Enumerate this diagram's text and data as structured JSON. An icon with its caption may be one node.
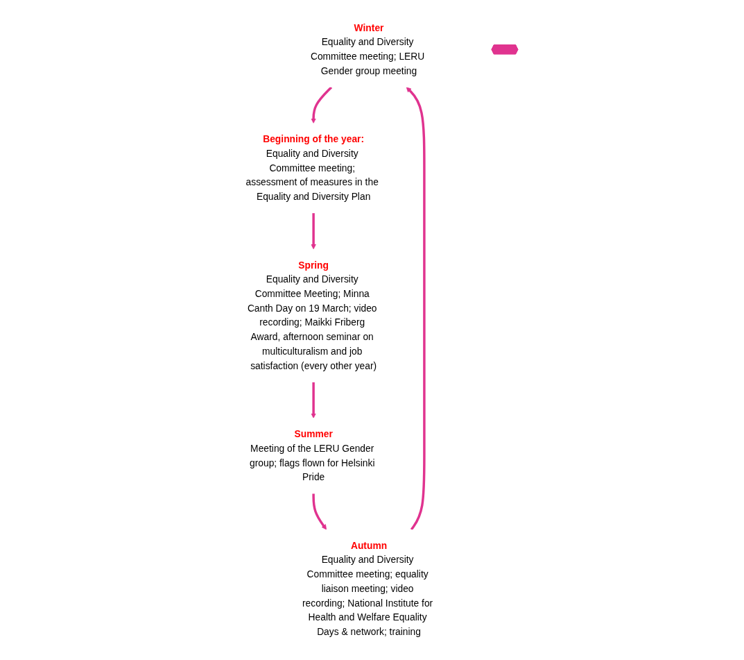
{
  "diagram": {
    "nodes": [
      {
        "text": [
          "Winter",
          "Equality and Diversity Committee meeting; LERU Gender group meeting"
        ]
      },
      {
        "text": [
          "Beginning of the year:",
          "Equality and Diversity Committee meeting; assessment of measures in the Equality and Diversity Plan"
        ]
      },
      {
        "text": [
          "Spring",
          "Equality and Diversity Committee Meeting; Minna Canth Day on 19 March; video recording; Maikki Friberg Award, afternoon seminar on multiculturalism and job satisfaction (every other year)"
        ]
      },
      {
        "text": [
          "Summer",
          "Meeting of the LERU Gender group; flags flown for Helsinki Pride"
        ]
      },
      {
        "text": [
          "Autumn",
          "Equality and Diversity Committee meeting; equality liaison meeting; video recording; National Institute for Health and Welfare Equality Days & network; training"
        ]
      },
      {
        "text": [],
        "shape": "star"
      }
    ],
    "edges": [
      {
        "from": 0,
        "to": 1,
        "arrow": "to"
      },
      {
        "from": 1,
        "to": 2,
        "arrow": "to"
      },
      {
        "from": 2,
        "to": 3,
        "arrow": "to"
      },
      {
        "from": 3,
        "to": 4,
        "arrow": "to"
      },
      {
        "from": 4,
        "to": 0,
        "arrow": "to"
      }
    ]
  }
}
